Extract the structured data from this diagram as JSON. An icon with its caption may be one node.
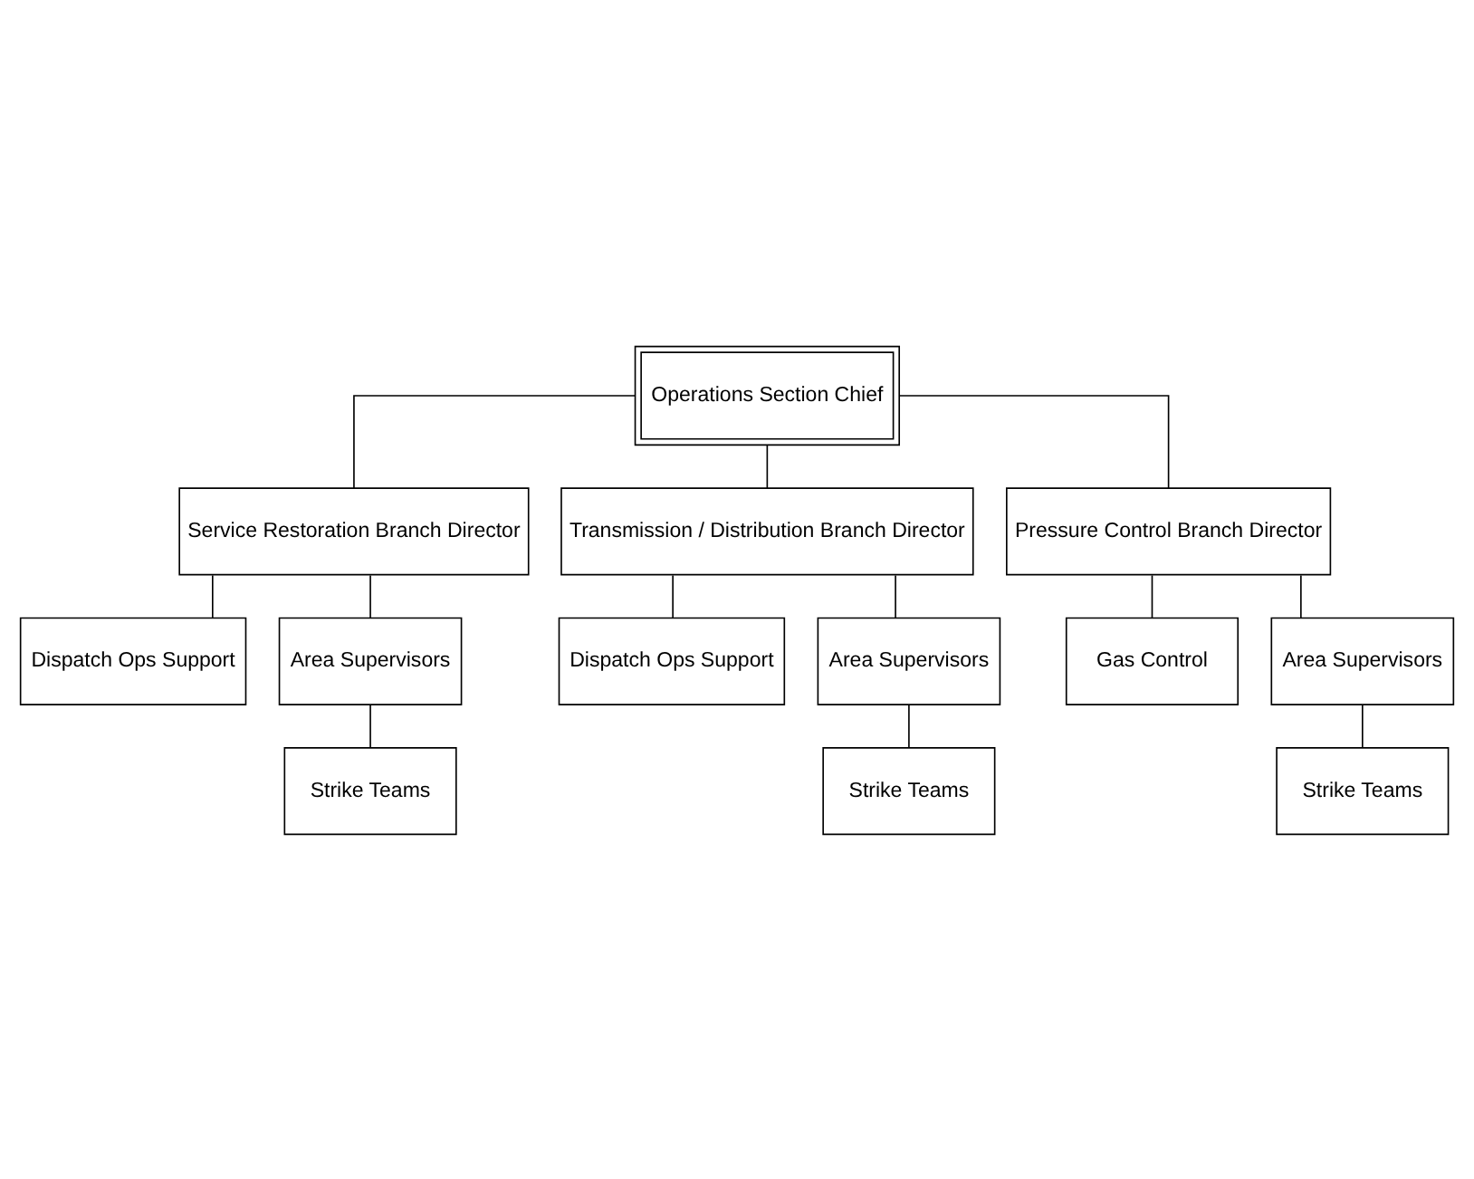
{
  "diagram": {
    "nodes": [
      {
        "text": [
          "Operations Section Chief"
        ]
      },
      {
        "text": [
          "Service Restoration Branch Director"
        ]
      },
      {
        "text": [
          "Transmission / Distribution Branch Director"
        ]
      },
      {
        "text": [
          "Pressure Control Branch Director"
        ]
      },
      {
        "text": [
          "Dispatch Ops Support"
        ]
      },
      {
        "text": [
          "Dispatch Ops Support"
        ]
      },
      {
        "text": [
          "Gas Control"
        ]
      },
      {
        "text": [
          "Area Supervisors"
        ]
      },
      {
        "text": [
          "Area Supervisors"
        ]
      },
      {
        "text": [
          "Area Supervisors"
        ]
      },
      {
        "text": [
          "Strike Teams"
        ]
      },
      {
        "text": [
          "Strike Teams"
        ]
      },
      {
        "text": [
          "Strike Teams"
        ]
      }
    ],
    "edges": [
      {
        "from": 0,
        "to": 1,
        "arrow": "none"
      },
      {
        "from": 0,
        "to": 2,
        "arrow": "none"
      },
      {
        "from": 0,
        "to": 3,
        "arrow": "none"
      },
      {
        "from": 1,
        "to": 4,
        "arrow": "none"
      },
      {
        "from": 1,
        "to": 7,
        "arrow": "none"
      },
      {
        "from": 2,
        "to": 5,
        "arrow": "none"
      },
      {
        "from": 2,
        "to": 8,
        "arrow": "none"
      },
      {
        "from": 3,
        "to": 6,
        "arrow": "none"
      },
      {
        "from": 3,
        "to": 9,
        "arrow": "none"
      },
      {
        "from": 7,
        "to": 10,
        "arrow": "none"
      },
      {
        "from": 8,
        "to": 11,
        "arrow": "none"
      },
      {
        "from": 9,
        "to": 12,
        "arrow": "none"
      }
    ]
  }
}
